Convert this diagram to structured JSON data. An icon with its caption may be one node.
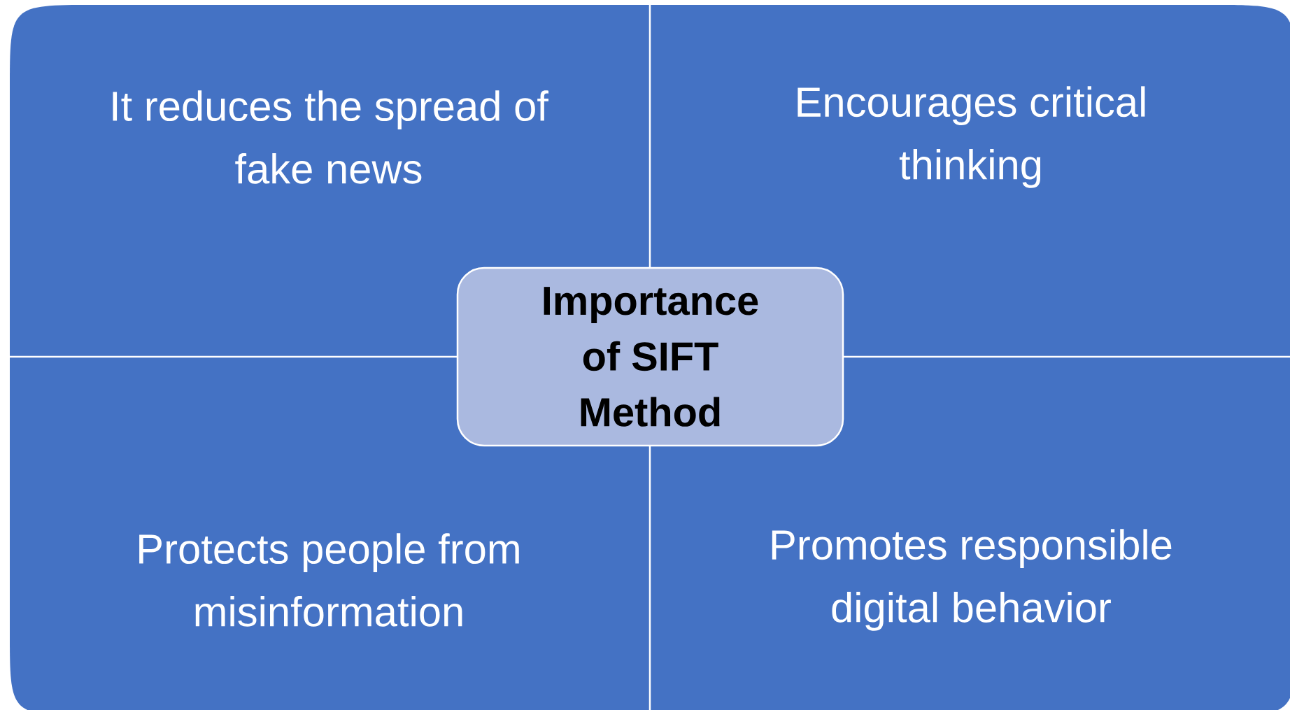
{
  "diagram": {
    "nodes": [
      {
        "text": [
          "It reduces the spread of fake news"
        ]
      },
      {
        "text": [
          "Encourages critical thinking"
        ]
      },
      {
        "text": [
          "Importance of SIFT Method"
        ]
      },
      {
        "text": [
          "Protects people from misinformation"
        ]
      },
      {
        "text": [
          "Promotes responsible digital behavior"
        ]
      }
    ]
  }
}
